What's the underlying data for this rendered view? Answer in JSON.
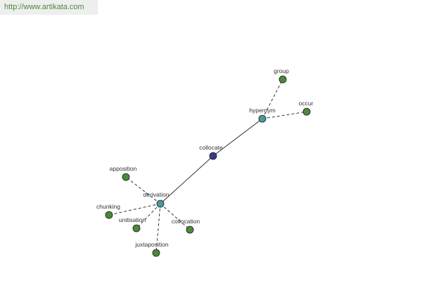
{
  "banner": {
    "url": "http://www.artikata.com"
  },
  "graph": {
    "nodes": [
      {
        "id": "collocate",
        "label": "collocate",
        "kind": "center",
        "color": "#3a3a8c"
      },
      {
        "id": "hypernym",
        "label": "hypernym",
        "kind": "hub",
        "color": "#4a9a9a"
      },
      {
        "id": "derivation",
        "label": "derivation",
        "kind": "hub",
        "color": "#4a9a9a"
      },
      {
        "id": "group",
        "label": "group",
        "kind": "leaf",
        "color": "#4a8a3a"
      },
      {
        "id": "occur",
        "label": "occur",
        "kind": "leaf",
        "color": "#4a8a3a"
      },
      {
        "id": "apposition",
        "label": "apposition",
        "kind": "leaf",
        "color": "#4a8a3a"
      },
      {
        "id": "chunking",
        "label": "chunking",
        "kind": "leaf",
        "color": "#4a8a3a"
      },
      {
        "id": "unitisation",
        "label": "unitisation",
        "kind": "leaf",
        "color": "#4a8a3a"
      },
      {
        "id": "collocation",
        "label": "collocation",
        "kind": "leaf",
        "color": "#4a8a3a"
      },
      {
        "id": "juxtaposition",
        "label": "juxtaposition",
        "kind": "leaf",
        "color": "#4a8a3a"
      }
    ],
    "edges": [
      {
        "from": "collocate",
        "to": "hypernym",
        "style": "solid"
      },
      {
        "from": "collocate",
        "to": "derivation",
        "style": "solid"
      },
      {
        "from": "hypernym",
        "to": "group",
        "style": "dashed"
      },
      {
        "from": "hypernym",
        "to": "occur",
        "style": "dashed"
      },
      {
        "from": "derivation",
        "to": "apposition",
        "style": "dashed"
      },
      {
        "from": "derivation",
        "to": "chunking",
        "style": "dashed"
      },
      {
        "from": "derivation",
        "to": "unitisation",
        "style": "dashed"
      },
      {
        "from": "derivation",
        "to": "collocation",
        "style": "dashed"
      },
      {
        "from": "derivation",
        "to": "juxtaposition",
        "style": "dashed"
      }
    ]
  }
}
